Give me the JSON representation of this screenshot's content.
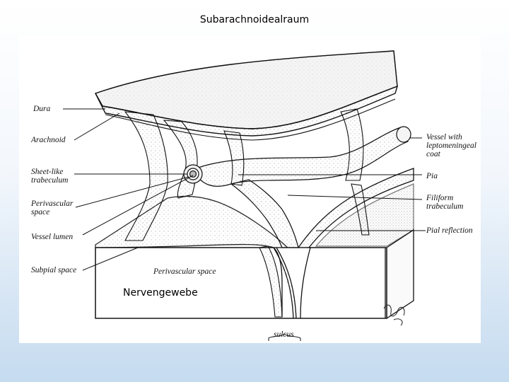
{
  "slide": {
    "title": "Subarachnoidealraum"
  },
  "figure": {
    "labels_left": {
      "dura": "Dura",
      "arachnoid": "Arachnoid",
      "sheet_like_1": "Sheet-like",
      "sheet_like_2": "trabeculum",
      "perivascular_1": "Perivascular",
      "perivascular_2": "space",
      "vessel_lumen": "Vessel lumen",
      "subpial_space": "Subpial space"
    },
    "labels_right": {
      "vessel_1": "Vessel with",
      "vessel_2": "leptomeningeal",
      "vessel_3": "coat",
      "pia": "Pia",
      "filiform_1": "Filiform",
      "filiform_2": "trabeculum",
      "pial_reflection": "Pial reflection"
    },
    "labels_bottom": {
      "perivascular_space": "Perivascular space",
      "sulcus": "sulcus"
    },
    "overlay_label": "Nervengewebe"
  }
}
